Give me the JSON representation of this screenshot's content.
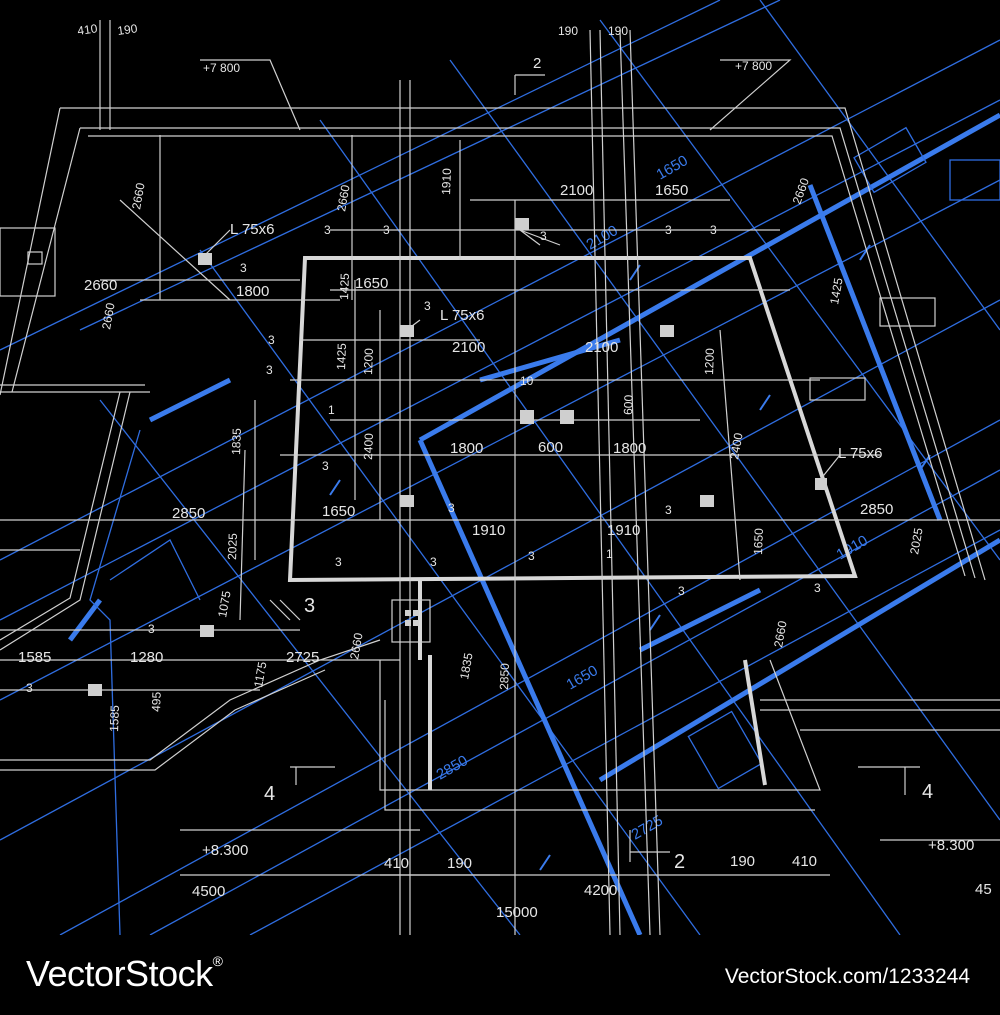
{
  "blueprint": {
    "labels": {
      "d410_top": "410",
      "d190_top": "190",
      "d190_top_b": "190",
      "d190_top_c": "190",
      "elev_top_left": "+7 800",
      "elev_top_right": "+7 800",
      "section_2_top": "2",
      "d2660_a": "2660",
      "d2660_b": "2660",
      "d2660_c": "2660",
      "d2660_left": "2660",
      "d1910_top": "1910",
      "d2100_top": "2100",
      "d1650_top": "1650",
      "d2660_right": "2660",
      "l75_a": "L 75x6",
      "l75_b": "L 75x6",
      "l75_c": "L 75x6",
      "d1800_top": "1800",
      "d1650_mid": "1650",
      "d1425_a": "1425",
      "d1425_b": "1425",
      "d1425_c": "1425",
      "d1200_a": "1200",
      "d1200_b": "1200",
      "d2100_mid_a": "2100",
      "d2100_mid_b": "2100",
      "d10": "10",
      "d600_a": "600",
      "d600_b": "600",
      "d1800_mid_a": "1800",
      "d1800_mid_b": "1800",
      "d1835": "1835",
      "d2400_a": "2400",
      "d2400_b": "2400",
      "d2850_left": "2850",
      "d2850_right": "2850",
      "d2850_low": "2850",
      "d2850_blue": "2850",
      "d1650_low_a": "1650",
      "d1650_low_b": "1650",
      "d1650_vert": "1650",
      "d1910_a": "1910",
      "d1910_b": "1910",
      "d2025_a": "2025",
      "d2025_b": "2025",
      "d3_markers": "3",
      "d1_marker": "1",
      "section_3": "3",
      "d1585_a": "1585",
      "d1585_b": "1585",
      "d1280": "1280",
      "d1075": "1075",
      "d2725_a": "2725",
      "d2725_b": "2725",
      "d1175": "1175",
      "d495": "495",
      "d2660_low": "2660",
      "d2660_low_r": "2660",
      "d1835_low": "1835",
      "section_4_left": "4",
      "section_4_right": "4",
      "section_2_bottom": "2",
      "elev_bottom_left": "+8.300",
      "elev_bottom_right": "+8.300",
      "d410_bot_a": "410",
      "d190_bot_a": "190",
      "d190_bot_b": "190",
      "d410_bot_b": "410",
      "d4500_a": "4500",
      "d4500_b": "45",
      "d4200": "4200",
      "d15000": "15000",
      "d1650_blue": "1650",
      "d2100_blue": "2100",
      "d1910_blue": "1910"
    }
  },
  "footer": {
    "brand": "VectorStock",
    "brand_mark": "®",
    "url": "VectorStock.com/1233244"
  },
  "colors": {
    "background": "#000000",
    "white_lines": "#d0d0d0",
    "blue_lines": "#2f6de0"
  }
}
